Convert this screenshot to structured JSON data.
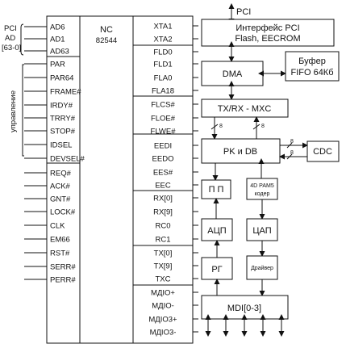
{
  "chip": {
    "name": "NC",
    "part": "82544"
  },
  "bus_labels": {
    "pci": "PCI",
    "ad": "AD",
    "ad_range": "[63-0]",
    "control": "управление"
  },
  "left_pins": [
    "AD6",
    "AD1",
    "AD63",
    "PAR",
    "PAR64",
    "FRAME#",
    "IRDY#",
    "TRRY#",
    "STOP#",
    "IDSEL",
    "DEVSEL#",
    "REQ#",
    "ACK#",
    "GNT#",
    "LOCK#",
    "CLK",
    "EM66",
    "RST#",
    "SERR#",
    "PERR#"
  ],
  "right_pins": [
    "XTA1",
    "XTA2",
    "FLD0",
    "FLD1",
    "FLA0",
    "FLA18",
    "FLCS#",
    "FLOE#",
    "FLWE#",
    "EEDI",
    "EEDO",
    "EES#",
    "EEC",
    "RX[0]",
    "RX[9]",
    "RC0",
    "RC1",
    "TX[0]",
    "TX[9]",
    "TXC",
    "МДIO+",
    "МДIO-",
    "МДIO3+",
    "МДIO3-"
  ],
  "blocks": {
    "pci_top_label": "PCI",
    "pci_iface": [
      "Интерфейс PCI",
      "Flash, EECROM"
    ],
    "dma": "DMA",
    "fifo": [
      "Буфер",
      "FIFO 64Кб"
    ],
    "txrx": "TX/RX - MXC",
    "rk_db": "PK и DB",
    "cdc": "CDC",
    "pp": "П П",
    "pam5": [
      "4D PAM5",
      "кодер"
    ],
    "adc": "АЦП",
    "dac": "ЦАП",
    "rg": "РГ",
    "driver": "Драйвер",
    "mdi": "MDI[0-3]",
    "bus8": "8"
  }
}
